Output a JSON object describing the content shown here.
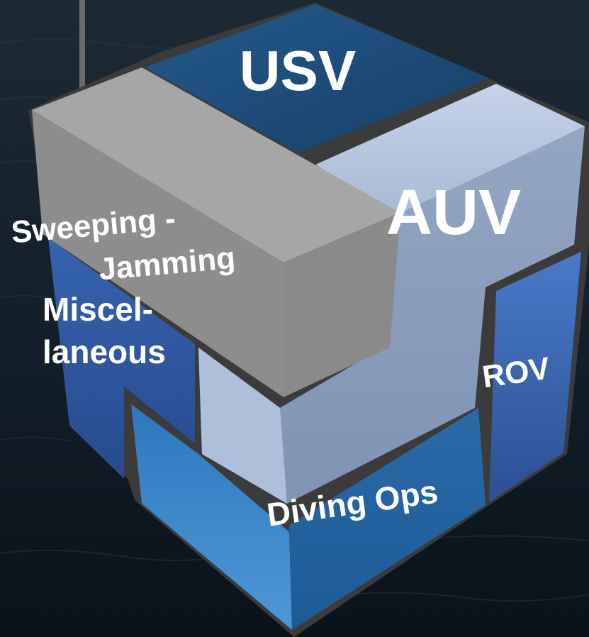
{
  "diagram": {
    "segments": [
      {
        "id": "usv",
        "label": "USV",
        "color": "#1f4f7d"
      },
      {
        "id": "auv",
        "label": "AUV",
        "color": "#8fa3c2"
      },
      {
        "id": "sweeping",
        "label": [
          "Sweeping -",
          "Jamming"
        ],
        "color": "#9a9a9a"
      },
      {
        "id": "misc",
        "label": [
          "Miscel-",
          "laneous"
        ],
        "color": "#2f57a4"
      },
      {
        "id": "rov",
        "label": "ROV",
        "color": "#3a66b3"
      },
      {
        "id": "diving",
        "label": "Diving Ops",
        "color": "#2e7cc0"
      }
    ]
  },
  "colors": {
    "background": "#0f1a24",
    "frame": "#3b3b3b",
    "text": "#ffffff"
  }
}
